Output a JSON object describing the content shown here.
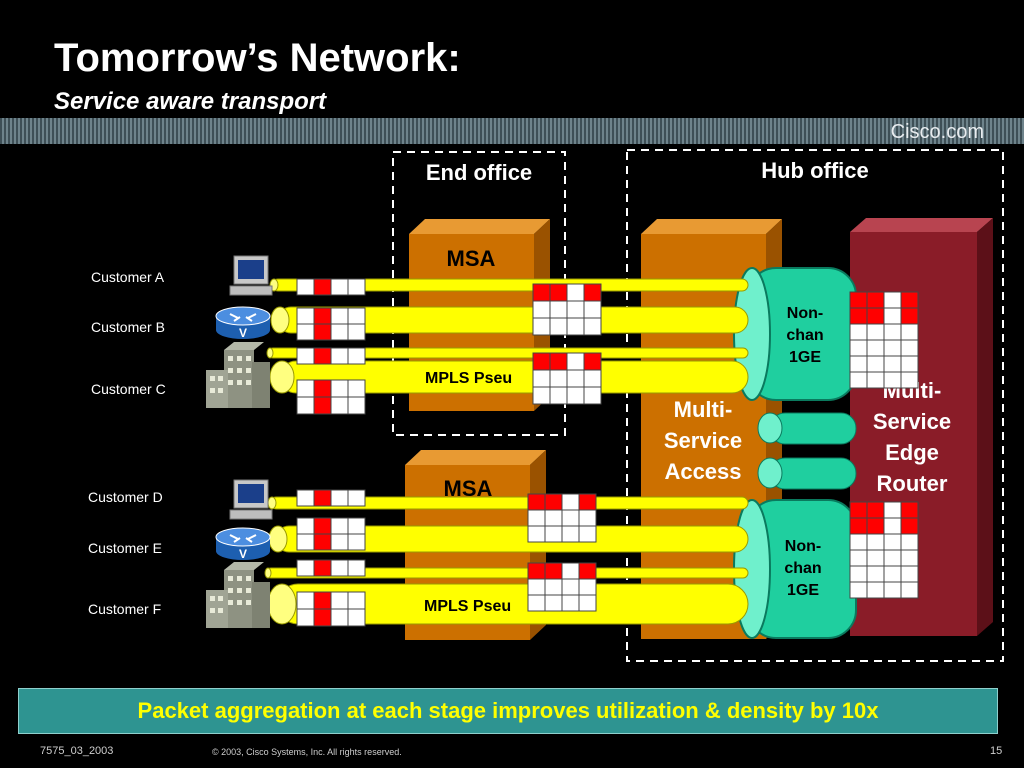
{
  "header": {
    "title": "Tomorrow’s Network:",
    "subtitle": "Service aware transport",
    "brand": "Cisco.com"
  },
  "diagram": {
    "end_office_label": "End office",
    "hub_office_label": "Hub office",
    "msa_label": "MSA",
    "pseudowire_label": "MPLS Pseu",
    "msa_access_lines": [
      "Multi-",
      "Service",
      "Access"
    ],
    "edge_router_lines": [
      "Multi-",
      "Service",
      "Edge",
      "Router"
    ],
    "gige_lines": [
      "Non-",
      "chan",
      "1GE"
    ],
    "customers": [
      "Customer A",
      "Customer B",
      "Customer C",
      "Customer D",
      "Customer E",
      "Customer F"
    ]
  },
  "banner": {
    "text": "Packet aggregation at each stage improves utilization & density by 10x"
  },
  "footer": {
    "left": "7575_03_2003",
    "center": "© 2003, Cisco Systems, Inc. All rights reserved.",
    "page": "15"
  },
  "colors": {
    "pipe": "#ffff00",
    "msa": "#cc7000",
    "router": "#8a1c28",
    "gige": "#1fcf9f",
    "banner": "#2e9491",
    "banner_text": "#ffff00"
  }
}
